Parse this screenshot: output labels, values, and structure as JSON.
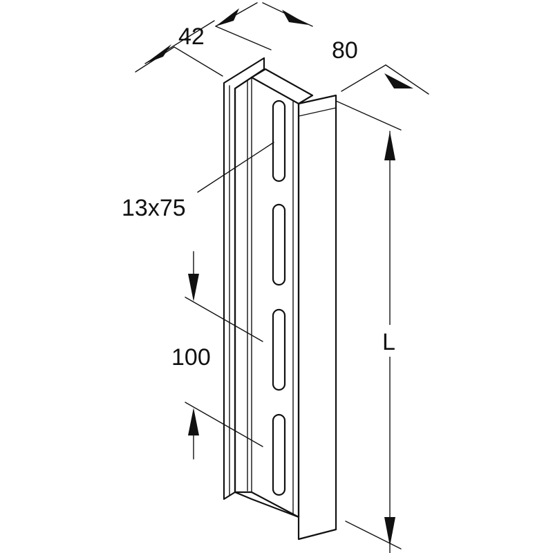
{
  "diagram": {
    "dimensions": {
      "flange_width": "42",
      "profile_depth": "80",
      "slot_size": "13x75",
      "slot_pitch": "100",
      "length": "L"
    },
    "colors": {
      "line": "#111111",
      "background": "#ffffff"
    }
  }
}
